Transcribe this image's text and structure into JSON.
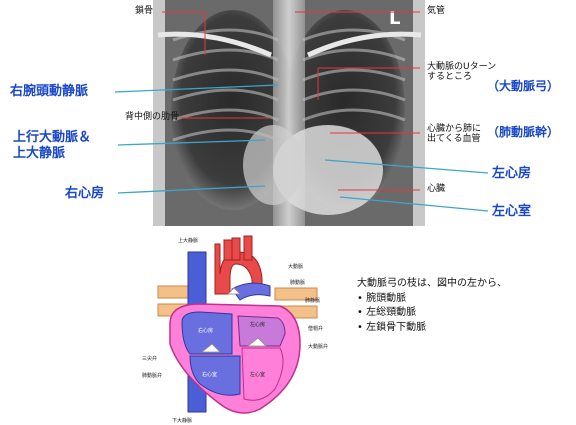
{
  "xray": {
    "marker": "L",
    "labels_small": {
      "clavicle": "鎖骨",
      "trachea": "気管",
      "posterior_rib": "背中側の肋骨",
      "aortic_uturn": "大動脈のUターン\nするところ",
      "pulmonary_vessel": "心臓から肺に\n出てくる血管",
      "heart": "心臓"
    },
    "labels_blue": {
      "right_brachiocephalic_vein": "右腕頭動静脈",
      "aortic_arch": "（大動脈弓）",
      "ascending_aorta_svc": "上行大動脈＆\n上大静脈",
      "pulmonary_trunk": "（肺動脈幹）",
      "right_atrium": "右心房",
      "left_atrium": "左心房",
      "left_ventricle": "左心室"
    }
  },
  "heart_diagram": {
    "labels": {
      "svc": "上大静脈",
      "aorta": "大動脈",
      "pulm_artery": "肺動脈",
      "pulm_vein": "肺静脈",
      "left_atrium": "左心房",
      "right_atrium": "右心房",
      "right_ventricle": "右心室",
      "left_ventricle": "左心室",
      "tricuspid": "三尖弁",
      "mitral": "僧帽弁",
      "aortic_valve": "大動脈弁",
      "pulm_valve": "肺動脈弁",
      "ivc": "下大静脈"
    }
  },
  "note": {
    "heading": "大動脈弓の枝は、図中の左から、",
    "items": [
      "• 腕頭動脈",
      "• 左総頸動脈",
      "• 左鎖骨下動脈"
    ]
  },
  "colors": {
    "blue_label": "#1a47c8",
    "red_line": "#e23a3a",
    "blue_line": "#3da5c9"
  }
}
